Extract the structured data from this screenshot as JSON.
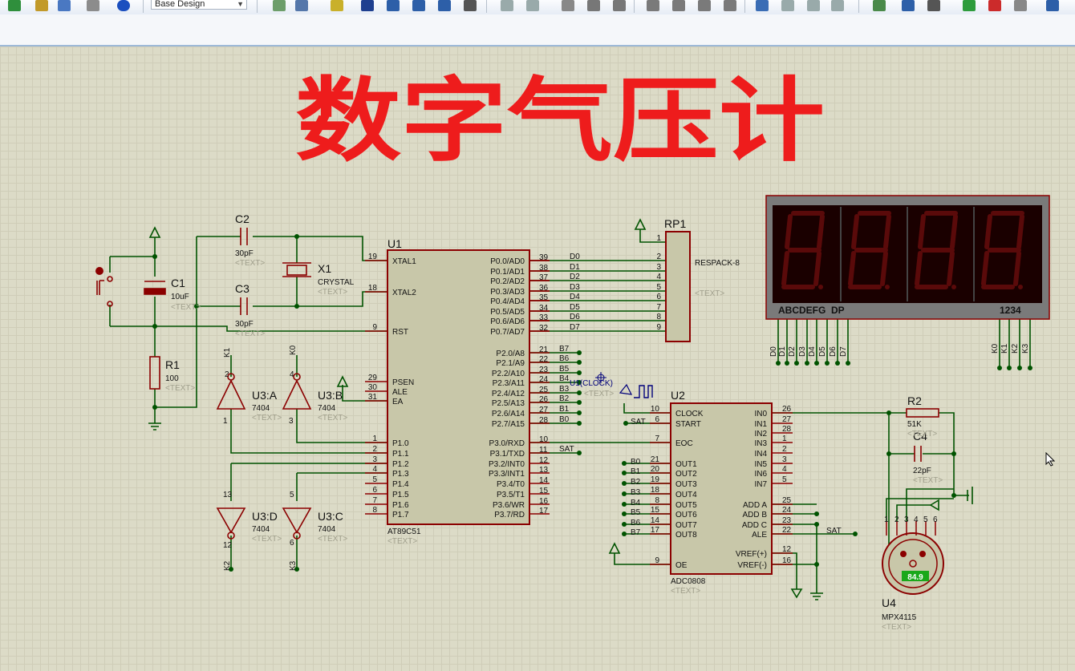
{
  "toolbar": {
    "design_select": "Base Design"
  },
  "title": "数字气压计",
  "components": {
    "c2": {
      "ref": "C2",
      "value": "30pF",
      "text": "<TEXT>"
    },
    "c3": {
      "ref": "C3",
      "value": "30pF",
      "text": "<TEXT>"
    },
    "c1": {
      "ref": "C1",
      "value": "10uF",
      "text": "<TEXT>"
    },
    "x1": {
      "ref": "X1",
      "value": "CRYSTAL",
      "text": "<TEXT>"
    },
    "r1": {
      "ref": "R1",
      "value": "100",
      "text": "<TEXT>"
    },
    "u3a": {
      "ref": "U3:A",
      "value": "7404",
      "text": "<TEXT>"
    },
    "u3b": {
      "ref": "U3:B",
      "value": "7404",
      "text": "<TEXT>"
    },
    "u3c": {
      "ref": "U3:C",
      "value": "7404",
      "text": "<TEXT>"
    },
    "u3d": {
      "ref": "U3:D",
      "value": "7404",
      "text": "<TEXT>"
    },
    "u1": {
      "ref": "U1",
      "value": "AT89C51",
      "text": "<TEXT>"
    },
    "rp1": {
      "ref": "RP1",
      "value": "RESPACK-8",
      "text": "<TEXT>"
    },
    "u2": {
      "ref": "U2",
      "value": "ADC0808",
      "text": "<TEXT>"
    },
    "r2": {
      "ref": "R2",
      "value": "51K",
      "text": "<TEXT>"
    },
    "c4": {
      "ref": "C4",
      "value": "22pF",
      "text": "<TEXT>"
    },
    "u4": {
      "ref": "U4",
      "value": "MPX4115",
      "text": "<TEXT>",
      "reading": "84.9"
    },
    "clock": {
      "ref": "U1(CLOCK)",
      "text": "<TEXT>"
    }
  },
  "u1_pins_left": [
    {
      "num": "19",
      "name": "XTAL1"
    },
    {
      "num": "18",
      "name": "XTAL2"
    },
    {
      "num": "9",
      "name": "RST"
    },
    {
      "num": "29",
      "name": "PSEN"
    },
    {
      "num": "30",
      "name": "ALE"
    },
    {
      "num": "31",
      "name": "EA"
    },
    {
      "num": "1",
      "name": "P1.0"
    },
    {
      "num": "2",
      "name": "P1.1"
    },
    {
      "num": "3",
      "name": "P1.2"
    },
    {
      "num": "4",
      "name": "P1.3"
    },
    {
      "num": "5",
      "name": "P1.4"
    },
    {
      "num": "6",
      "name": "P1.5"
    },
    {
      "num": "7",
      "name": "P1.6"
    },
    {
      "num": "8",
      "name": "P1.7"
    }
  ],
  "u1_pins_right": [
    {
      "num": "39",
      "name": "P0.0/AD0",
      "net": "D0"
    },
    {
      "num": "38",
      "name": "P0.1/AD1",
      "net": "D1"
    },
    {
      "num": "37",
      "name": "P0.2/AD2",
      "net": "D2"
    },
    {
      "num": "36",
      "name": "P0.3/AD3",
      "net": "D3"
    },
    {
      "num": "35",
      "name": "P0.4/AD4",
      "net": "D4"
    },
    {
      "num": "34",
      "name": "P0.5/AD5",
      "net": "D5"
    },
    {
      "num": "33",
      "name": "P0.6/AD6",
      "net": "D6"
    },
    {
      "num": "32",
      "name": "P0.7/AD7",
      "net": "D7"
    },
    {
      "num": "21",
      "name": "P2.0/A8",
      "net": "B7"
    },
    {
      "num": "22",
      "name": "P2.1/A9",
      "net": "B6"
    },
    {
      "num": "23",
      "name": "P2.2/A10",
      "net": "B5"
    },
    {
      "num": "24",
      "name": "P2.3/A11",
      "net": "B4"
    },
    {
      "num": "25",
      "name": "P2.4/A12",
      "net": "B3"
    },
    {
      "num": "26",
      "name": "P2.5/A13",
      "net": "B2"
    },
    {
      "num": "27",
      "name": "P2.6/A14",
      "net": "B1"
    },
    {
      "num": "28",
      "name": "P2.7/A15",
      "net": "B0"
    },
    {
      "num": "10",
      "name": "P3.0/RXD",
      "net": ""
    },
    {
      "num": "11",
      "name": "P3.1/TXD",
      "net": "SAT"
    },
    {
      "num": "12",
      "name": "P3.2/INT0",
      "net": ""
    },
    {
      "num": "13",
      "name": "P3.3/INT1",
      "net": ""
    },
    {
      "num": "14",
      "name": "P3.4/T0",
      "net": ""
    },
    {
      "num": "15",
      "name": "P3.5/T1",
      "net": ""
    },
    {
      "num": "16",
      "name": "P3.6/WR",
      "net": ""
    },
    {
      "num": "17",
      "name": "P3.7/RD",
      "net": ""
    }
  ],
  "rp1_pins": [
    "1",
    "2",
    "3",
    "4",
    "5",
    "6",
    "7",
    "8",
    "9"
  ],
  "u2_pins_left": [
    {
      "num": "10",
      "name": "CLOCK",
      "net": ""
    },
    {
      "num": "6",
      "name": "START",
      "net": "SAT"
    },
    {
      "num": "7",
      "name": "EOC",
      "net": ""
    },
    {
      "num": "21",
      "name": "OUT1",
      "net": "B0"
    },
    {
      "num": "20",
      "name": "OUT2",
      "net": "B1"
    },
    {
      "num": "19",
      "name": "OUT3",
      "net": "B2"
    },
    {
      "num": "18",
      "name": "OUT4",
      "net": "B3"
    },
    {
      "num": "8",
      "name": "OUT5",
      "net": "B4"
    },
    {
      "num": "15",
      "name": "OUT6",
      "net": "B5"
    },
    {
      "num": "14",
      "name": "OUT7",
      "net": "B6"
    },
    {
      "num": "17",
      "name": "OUT8",
      "net": "B7"
    },
    {
      "num": "9",
      "name": "OE",
      "net": ""
    }
  ],
  "u2_pins_right": [
    {
      "num": "26",
      "name": "IN0"
    },
    {
      "num": "27",
      "name": "IN1"
    },
    {
      "num": "28",
      "name": "IN2"
    },
    {
      "num": "1",
      "name": "IN3"
    },
    {
      "num": "2",
      "name": "IN4"
    },
    {
      "num": "3",
      "name": "IN5"
    },
    {
      "num": "4",
      "name": "IN6"
    },
    {
      "num": "5",
      "name": "IN7"
    },
    {
      "num": "25",
      "name": "ADD A"
    },
    {
      "num": "24",
      "name": "ADD B"
    },
    {
      "num": "23",
      "name": "ADD C"
    },
    {
      "num": "22",
      "name": "ALE"
    },
    {
      "num": "12",
      "name": "VREF(+)"
    },
    {
      "num": "16",
      "name": "VREF(-)"
    }
  ],
  "u2_sat_label": "SAT",
  "display": {
    "digits": [
      "8.",
      "8.",
      "8.",
      "8."
    ],
    "seg_label": "ABCDEFG  DP",
    "digit_label": "1234",
    "seg_pins": [
      "D0",
      "D1",
      "D2",
      "D3",
      "D4",
      "D5",
      "D6",
      "D7"
    ],
    "dig_pins": [
      "K0",
      "K1",
      "K2",
      "K3"
    ]
  },
  "gate_pins": {
    "u3a": {
      "in": "2",
      "out": "1",
      "net": "K1"
    },
    "u3b": {
      "in": "4",
      "out": "3",
      "net": "K0"
    },
    "u3d": {
      "in": "13",
      "out": "12",
      "net": "K2"
    },
    "u3c": {
      "in": "5",
      "out": "6",
      "net": "K3"
    }
  },
  "u4_pins": [
    "1",
    "2",
    "3",
    "4",
    "5",
    "6"
  ],
  "colors": {
    "wire": "#005300",
    "part": "#8b0000",
    "body": "#c8c7a9",
    "title": "#ee1c1c",
    "text_gray": "#a09f8c",
    "segment": "#5a0a0a"
  }
}
